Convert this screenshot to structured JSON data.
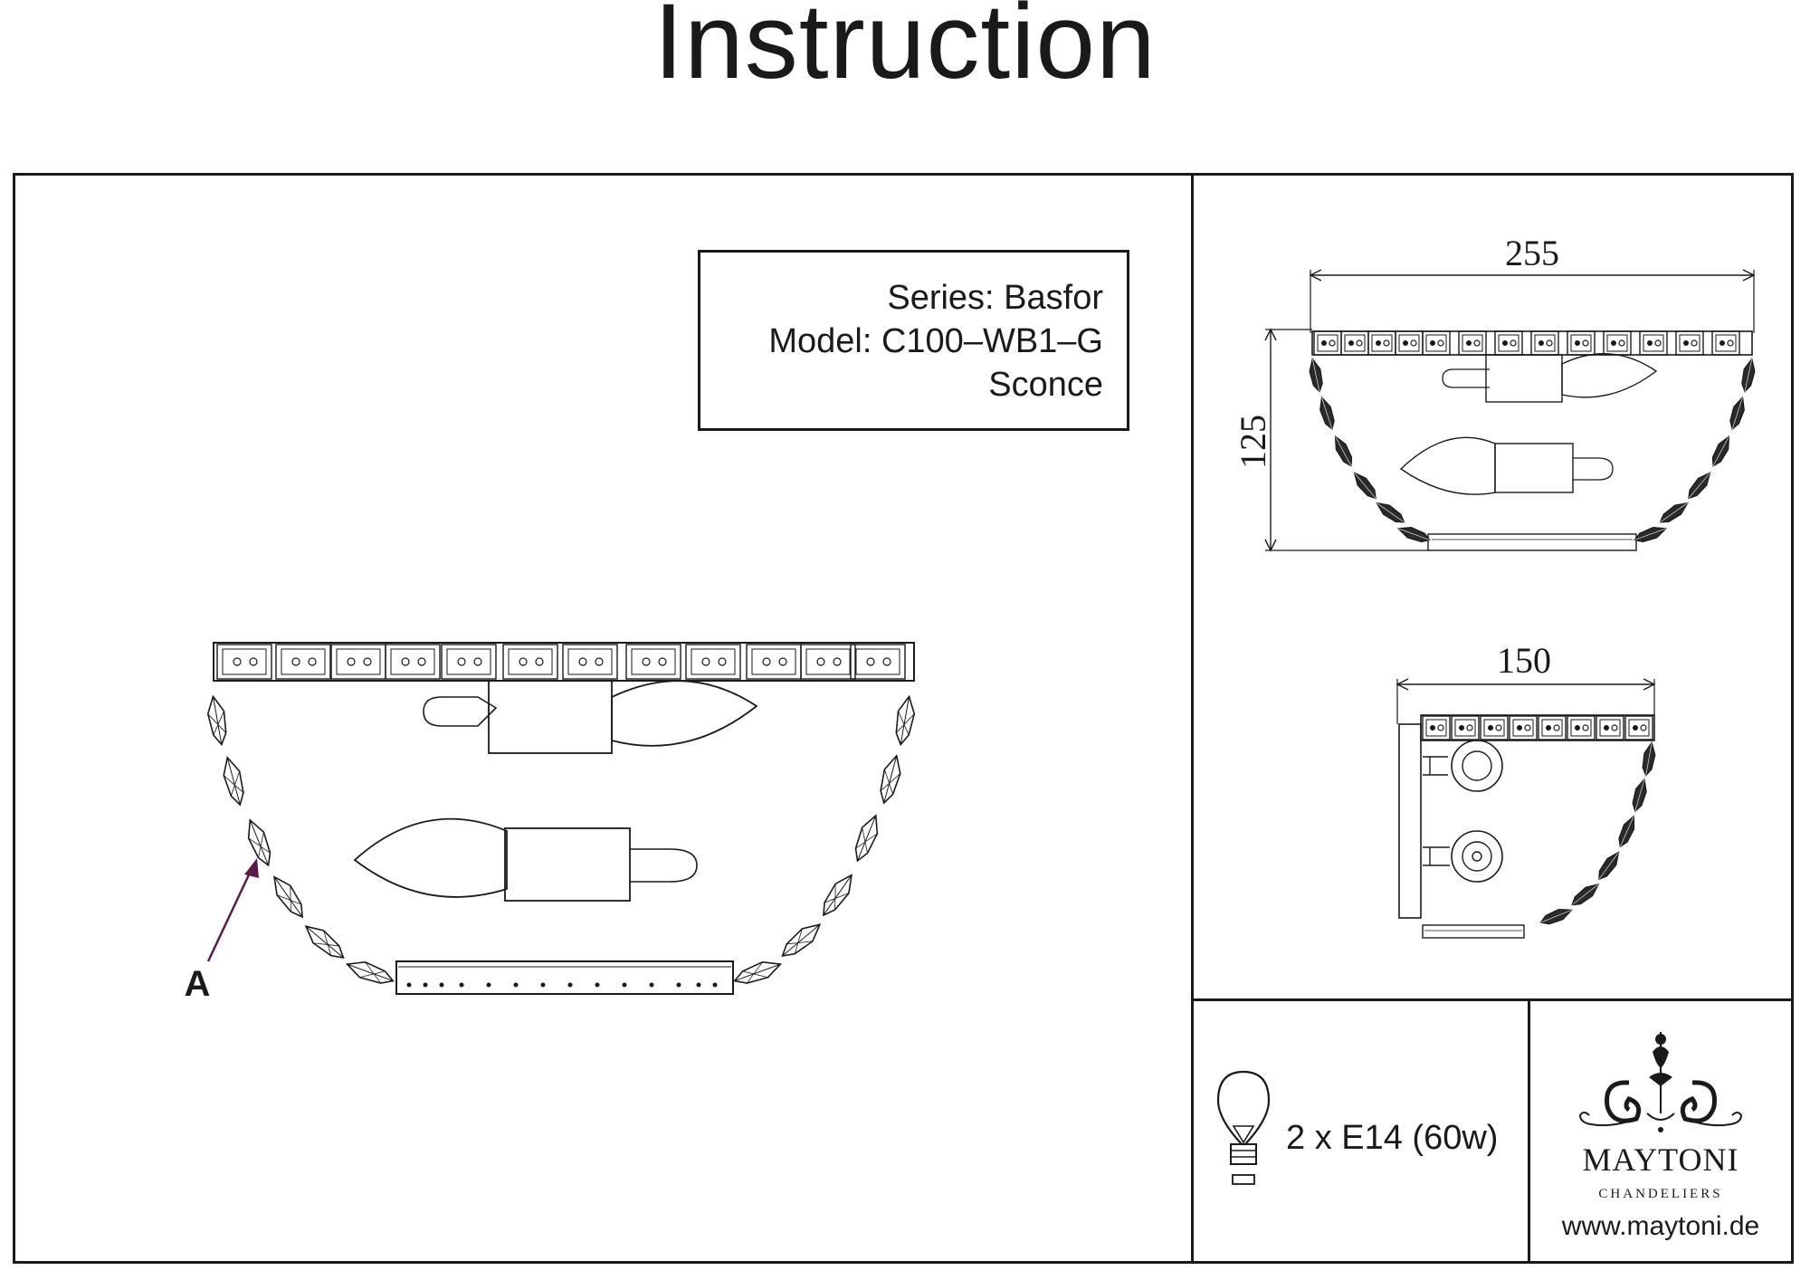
{
  "title": "Instruction",
  "info": {
    "series": "Series: Basfor",
    "model": "Model: C100–WB1–G",
    "type": "Sconce"
  },
  "callout": {
    "label": "A"
  },
  "dimensions": {
    "width": "255",
    "height": "125",
    "depth": "150"
  },
  "bulb": {
    "spec": "2 x E14 (60w)",
    "icon": "light-bulb-icon"
  },
  "brand": {
    "name": "MAYTONI",
    "subtitle": "CHANDELIERS",
    "website": "www.maytoni.de",
    "logo_icon": "ornamental-chandelier-logo"
  },
  "colors": {
    "line": "#1a1a1a",
    "callout_arrow": "#5a1a4a"
  }
}
